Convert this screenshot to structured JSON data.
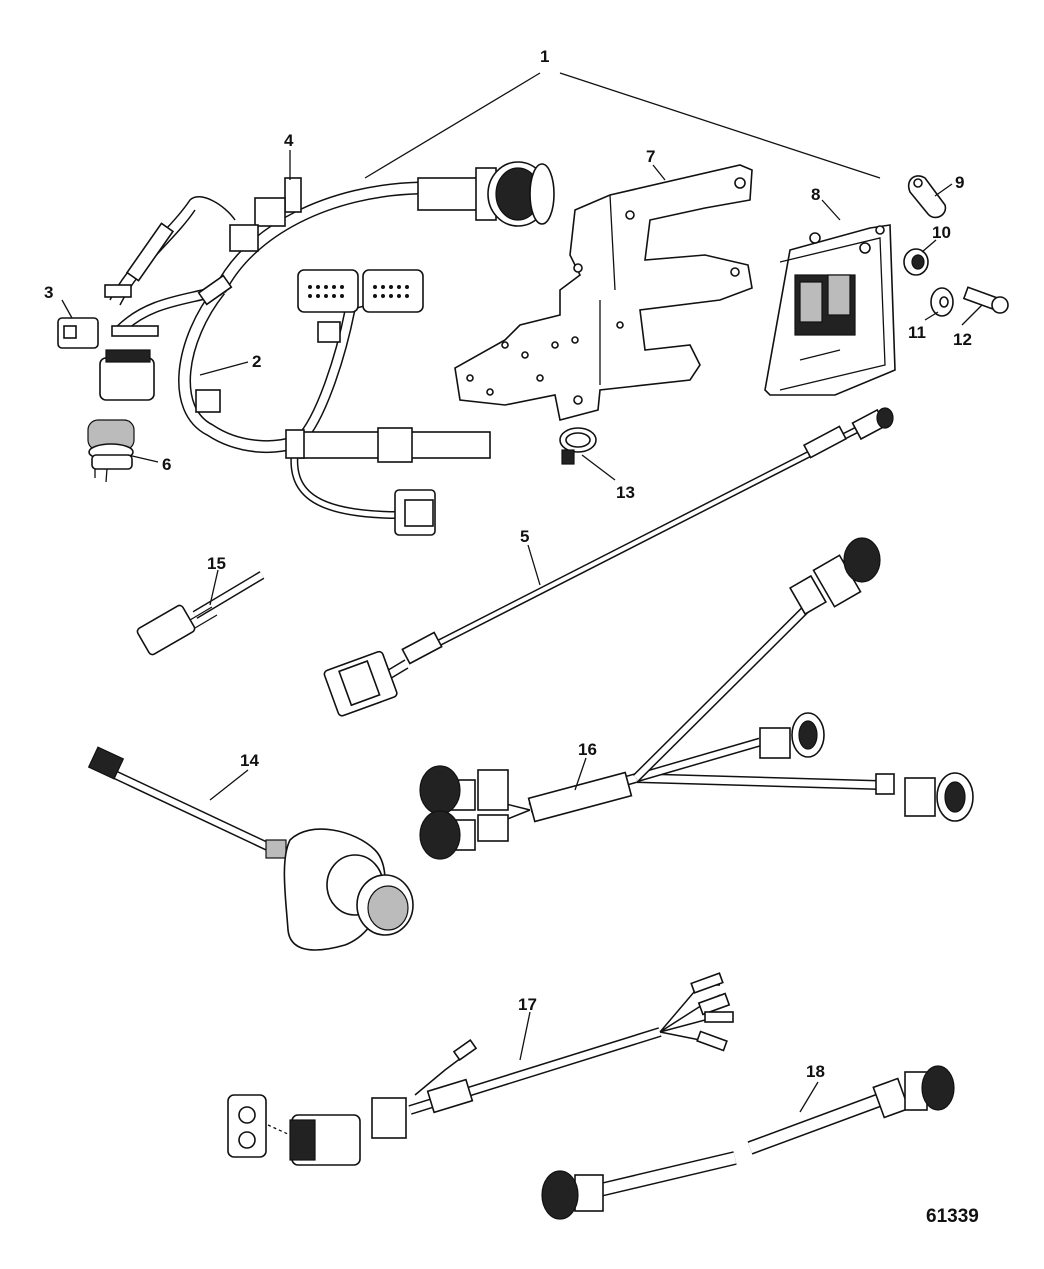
{
  "diagram": {
    "figure_number": "61339",
    "callouts": {
      "c1": "1",
      "c2": "2",
      "c3": "3",
      "c4": "4",
      "c5": "5",
      "c6": "6",
      "c7": "7",
      "c8": "8",
      "c9": "9",
      "c10": "10",
      "c11": "11",
      "c12": "12",
      "c13": "13",
      "c14": "14",
      "c15": "15",
      "c16": "16",
      "c17": "17",
      "c18": "18"
    },
    "colors": {
      "line": "#111111",
      "background": "#ffffff"
    }
  }
}
